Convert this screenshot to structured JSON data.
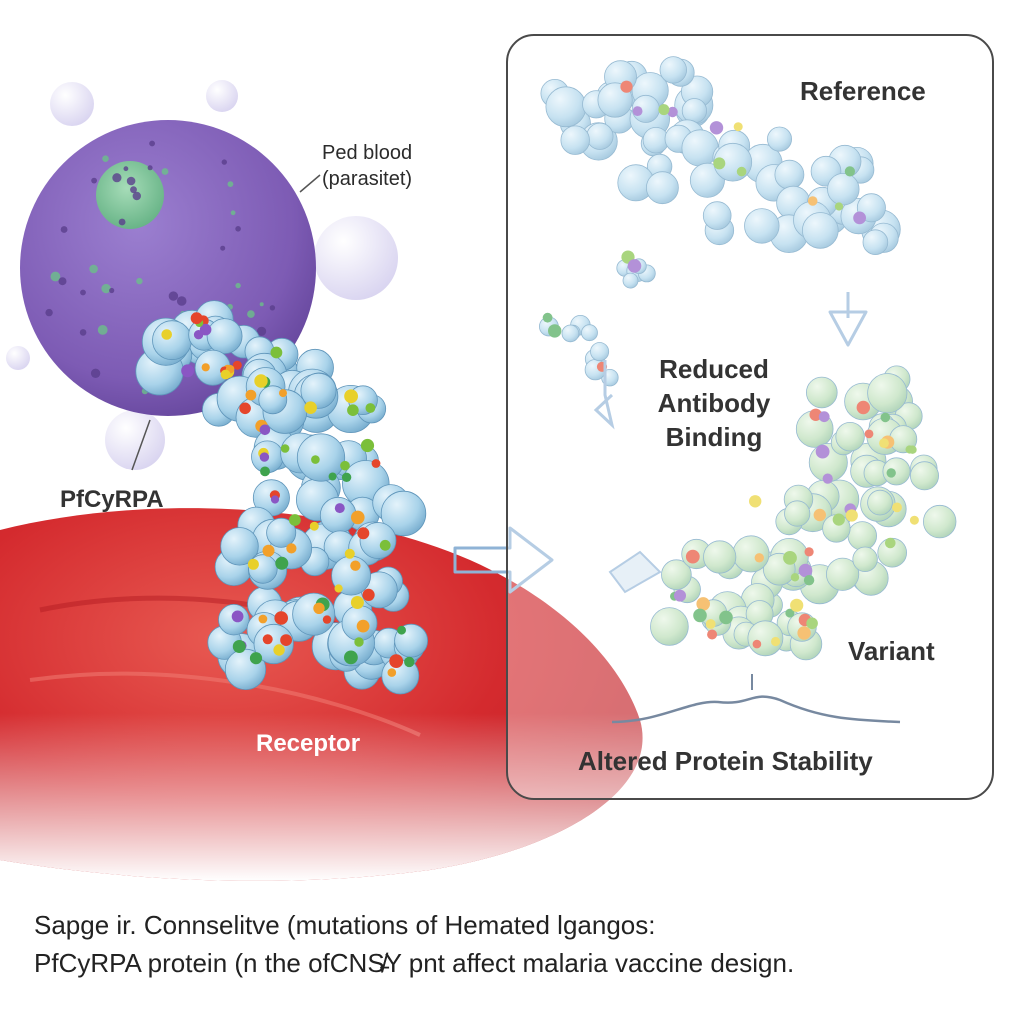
{
  "labels": {
    "red_blood_line1": "Ped blood",
    "red_blood_line2": "(parasitet)",
    "protein": "PfCyRPA",
    "receptor": "Receptor",
    "reference": "Reference",
    "reduced_binding_line1": "Reduced",
    "reduced_binding_line2": "Antibody",
    "reduced_binding_line3": "Binding",
    "variant": "Variant",
    "stability": "Altered Protein Stability"
  },
  "caption": {
    "line1": "Sapge ir. Connselitve (mutations of Hemated lgangos:",
    "line2": "PfCyRPA protein (n the ofCNS̵̸̸Y pnt affect malaria vaccine design."
  },
  "colors": {
    "rbc_red": "#d42a2e",
    "parasite_purple": "#7d5bb4",
    "nucleus_green": "#7cc49a",
    "protein_blue": "#9dcbe6",
    "variant_green": "#b7dcb3",
    "arrow_blue": "#8fb3d6",
    "panel_border": "#4a4a4a"
  }
}
